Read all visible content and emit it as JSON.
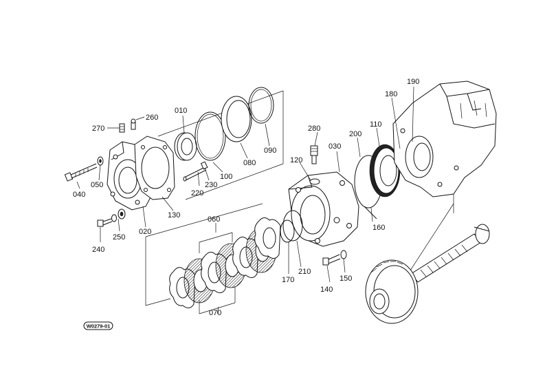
{
  "labels": {
    "p010": "010",
    "p020": "020",
    "p030": "030",
    "p040": "040",
    "p050": "050",
    "p060": "060",
    "p070": "070",
    "p080": "080",
    "p090": "090",
    "p100": "100",
    "p110": "110",
    "p120": "120",
    "p130": "130",
    "p140": "140",
    "p150": "150",
    "p160": "160",
    "p170": "170",
    "p180": "180",
    "p190": "190",
    "p200": "200",
    "p210": "210",
    "p220": "220",
    "p230": "230",
    "p240": "240",
    "p250": "250",
    "p260": "260",
    "p270": "270",
    "p280": "280"
  },
  "diagram_code": "W0279-01"
}
